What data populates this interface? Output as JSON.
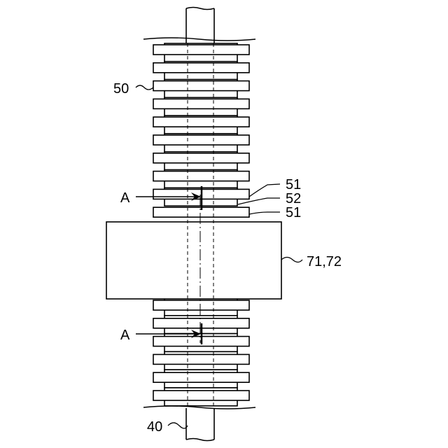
{
  "figure": {
    "stroke_color": "#000000",
    "background": "#ffffff",
    "labels": {
      "coil": "50",
      "wide_disc": "51",
      "narrow_disc": "52",
      "wide_disc_lower": "51",
      "core_block": "71,72",
      "shaft": "40",
      "section_upper": "A",
      "section_lower": "A"
    },
    "upper_stack": {
      "wide_discs": 10,
      "narrow_discs": 9
    },
    "lower_stack": {
      "wide_discs": 6,
      "narrow_discs": 6
    }
  }
}
